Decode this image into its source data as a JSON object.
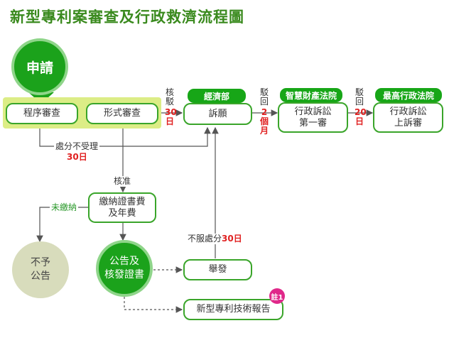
{
  "title": "新型專利案審查及行政救濟流程圖",
  "nodes": {
    "apply": "申請",
    "procedure_review": "程序審查",
    "formal_review": "形式審查",
    "petition": "訴願",
    "ip_court_line1": "行政訴訟",
    "ip_court_line2": "第一審",
    "supreme_line1": "行政訴訟",
    "supreme_line2": "上訴審",
    "pay_line1": "繳納證書費",
    "pay_line2": "及年費",
    "no_announce_line1": "不予",
    "no_announce_line2": "公告",
    "announce_line1": "公告及",
    "announce_line2": "核發證書",
    "report_node": "舉發",
    "tech_report": "新型專利技術報告"
  },
  "badges": {
    "economy": "經濟部",
    "ip_court": "智慧財產法院",
    "supreme_admin": "最高行政法院",
    "note": "註1"
  },
  "labels": {
    "reject_1": "核駁",
    "reject_1_days": "30日",
    "reject_2": "駁回",
    "reject_2_months": "2個月",
    "reject_3": "駁回",
    "reject_3_days": "20日",
    "not_accepted": "處分不受理",
    "not_accepted_days": "30日",
    "approve": "核准",
    "unpaid": "未繳納",
    "disagree_prefix": "不服處分",
    "disagree_days": "30日"
  },
  "colors": {
    "title": "#3a8a1e",
    "node_border": "#3aa52a",
    "badge": "#17a617",
    "highlight": "#dced86",
    "accent_red": "#e02020",
    "note": "#e0288a"
  }
}
